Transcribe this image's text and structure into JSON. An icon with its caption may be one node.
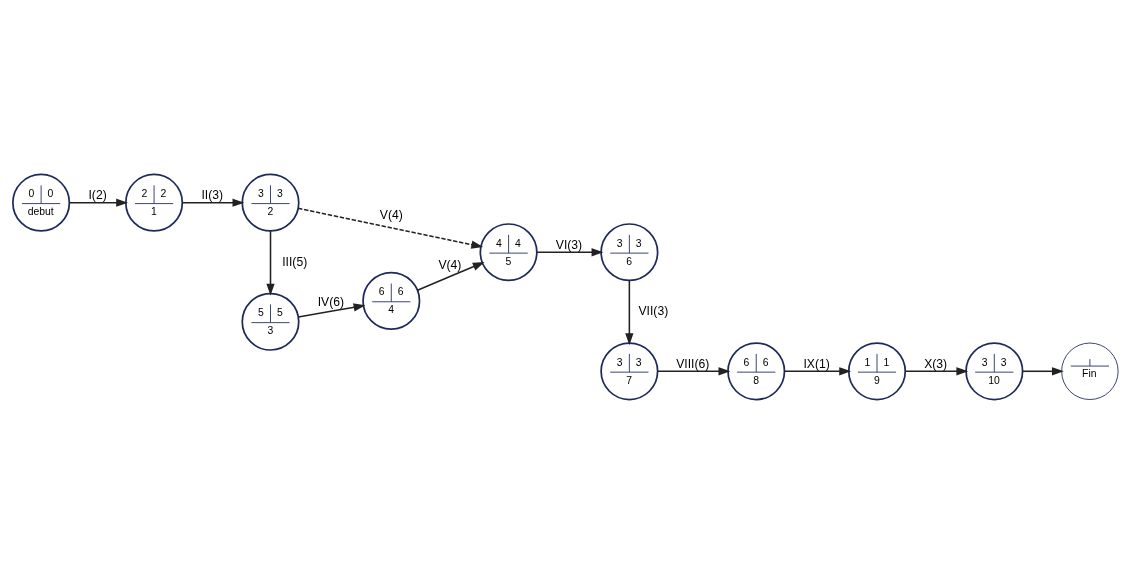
{
  "diagram": {
    "nodes": [
      {
        "text": [
          "0",
          "0",
          "debut"
        ]
      },
      {
        "text": [
          "2",
          "2",
          "1"
        ]
      },
      {
        "text": [
          "3",
          "3",
          "2"
        ]
      },
      {
        "text": [
          "5",
          "5",
          "3"
        ]
      },
      {
        "text": [
          "6",
          "6",
          "4"
        ]
      },
      {
        "text": [
          "4",
          "4",
          "5"
        ]
      },
      {
        "text": [
          "3",
          "3",
          "6"
        ]
      },
      {
        "text": [
          "3",
          "3",
          "7"
        ]
      },
      {
        "text": [
          "6",
          "6",
          "8"
        ]
      },
      {
        "text": [
          "1",
          "1",
          "9"
        ]
      },
      {
        "text": [
          "3",
          "3",
          "10"
        ]
      },
      {
        "text": [
          "Fin"
        ]
      }
    ],
    "edges": [
      {
        "from": 0,
        "to": 1,
        "arrow": "to",
        "label": "I(2)"
      },
      {
        "from": 1,
        "to": 2,
        "arrow": "to",
        "label": "II(3)"
      },
      {
        "from": 2,
        "to": 3,
        "arrow": "to",
        "label": "III(5)"
      },
      {
        "from": 2,
        "to": 5,
        "arrow": "to",
        "label": "V(4)",
        "style": "dashed"
      },
      {
        "from": 3,
        "to": 4,
        "arrow": "to",
        "label": "IV(6)"
      },
      {
        "from": 4,
        "to": 5,
        "arrow": "to",
        "label": "V(4)"
      },
      {
        "from": 5,
        "to": 6,
        "arrow": "to",
        "label": "VI(3)"
      },
      {
        "from": 6,
        "to": 7,
        "arrow": "to",
        "label": "VII(3)"
      },
      {
        "from": 7,
        "to": 8,
        "arrow": "to",
        "label": "VIII(6)"
      },
      {
        "from": 8,
        "to": 9,
        "arrow": "to",
        "label": "IX(1)"
      },
      {
        "from": 9,
        "to": 10,
        "arrow": "to",
        "label": "X(3)"
      },
      {
        "from": 10,
        "to": 11,
        "arrow": "to"
      }
    ]
  }
}
